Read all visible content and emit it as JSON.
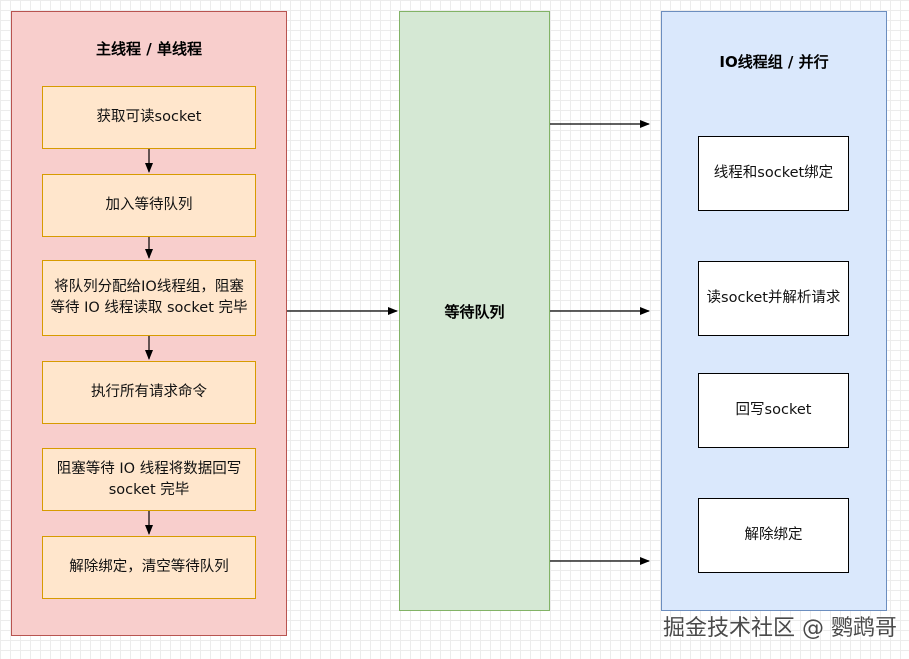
{
  "main_thread": {
    "title": "主线程 / 单线程",
    "steps": [
      "获取可读socket",
      "加入等待队列",
      "将队列分配给IO线程组，阻塞等待 IO 线程读取 socket 完毕",
      "执行所有请求命令",
      "阻塞等待 IO 线程将数据回写 socket 完毕",
      "解除绑定，清空等待队列"
    ]
  },
  "wait_queue": {
    "label": "等待队列"
  },
  "io_group": {
    "title": "IO线程组 / 并行",
    "steps": [
      "线程和socket绑定",
      "读socket并解析请求",
      "回写socket",
      "解除绑定"
    ]
  },
  "watermark": "掘金技术社区 @ 鹦鹉哥",
  "colors": {
    "main_fill": "#f8cecc",
    "main_stroke": "#b85450",
    "step_fill": "#ffe6cc",
    "step_stroke": "#d79b00",
    "queue_fill": "#d5e8d4",
    "queue_stroke": "#82b366",
    "io_fill": "#dae8fc",
    "io_stroke": "#6c8ebf"
  }
}
